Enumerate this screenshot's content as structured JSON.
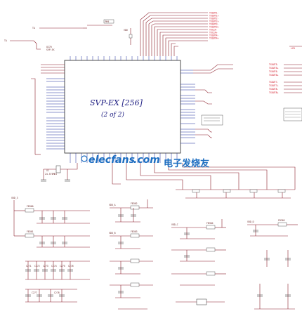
{
  "chip": {
    "title": "SVP-EX [256]",
    "subtitle": "(2 of 2)",
    "part_no": "SVP-EX",
    "ref": "U270"
  },
  "watermark": {
    "logo_text": "elecfans",
    "logo_suffix": ".com",
    "cn_text": "电子发烧友"
  },
  "top_labels": {
    "left_net_a": "TA",
    "left_net_b": "TA",
    "tag_box": "PH9",
    "vdd": "VDD"
  },
  "right_nets": [
    "TXOUT1-",
    "TXOUT1+",
    "TXOUT2-",
    "TXOUT2+",
    "TXOUT3-",
    "TXOUT3+",
    "TXCLK-",
    "TXCLK+",
    "TXOUT4-",
    "TXOUT4+"
  ],
  "far_right_nets": [
    "TXOUT5-",
    "TXOUT5+",
    "TXOUT6-",
    "TXOUT6+",
    "TXOUT7-",
    "TXOUT7+",
    "TXOUT8-",
    "TXOUT8+"
  ],
  "lcd_net": "LCD",
  "crystal": {
    "ref": "X1",
    "freq": "24.576MHz"
  },
  "bottom_section": {
    "vdd_label": "VDD_3",
    "caps": [
      "C271",
      "C272",
      "C273",
      "C274",
      "C275",
      "C276",
      "C277",
      "C278"
    ],
    "ferrites": [
      "FB300",
      "FB301",
      "FB302",
      "FB303",
      "FB304",
      "FB305"
    ],
    "voltage_labels": [
      "VDD_A",
      "VDD_B",
      "VDD_C",
      "VDD_D"
    ]
  },
  "colors": {
    "wire": "#8b1e2a",
    "net_label": "#d01020",
    "chip_text": "#1b1b80",
    "watermark": "#1d6ec1"
  }
}
